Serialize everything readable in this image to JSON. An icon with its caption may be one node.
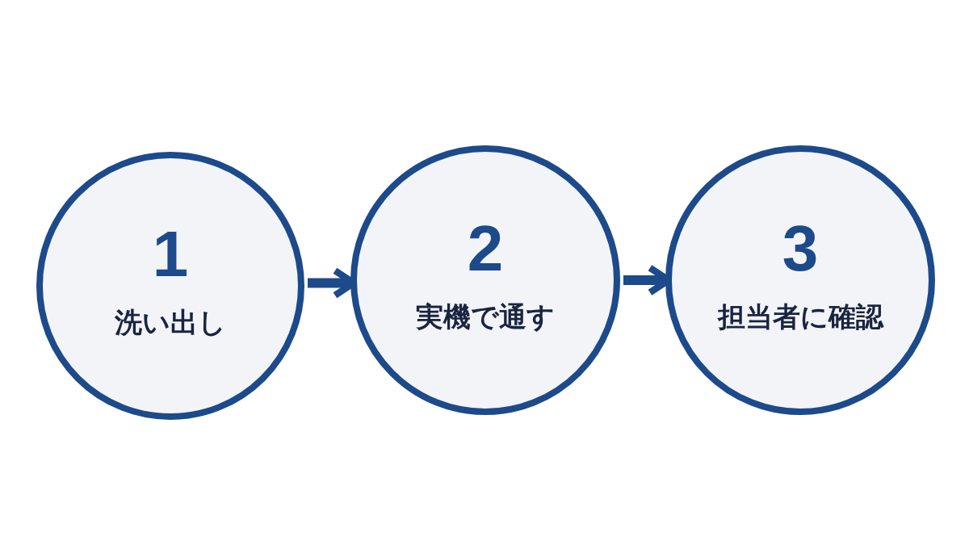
{
  "diagram": {
    "nodes": [
      {
        "text": [
          "1",
          "洗い出し"
        ]
      },
      {
        "text": [
          "2",
          "実機で通す"
        ]
      },
      {
        "text": [
          "3",
          "担当者に確認"
        ]
      }
    ],
    "edges": [
      {
        "from": 0,
        "to": 1,
        "arrow": "to"
      },
      {
        "from": 1,
        "to": 2,
        "arrow": "to"
      }
    ]
  }
}
